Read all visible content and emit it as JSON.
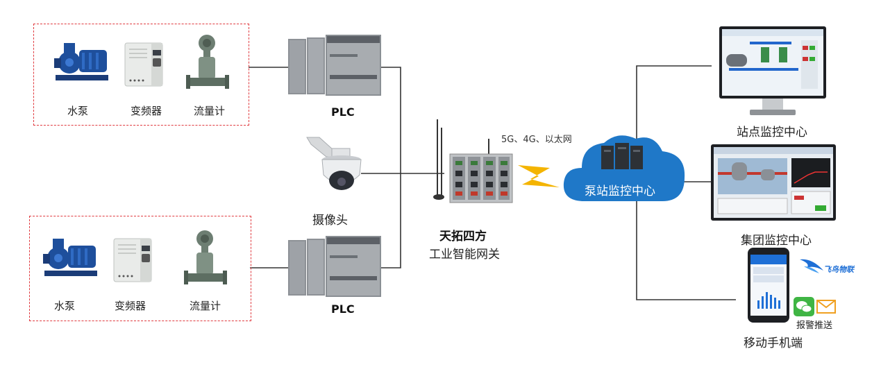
{
  "groups": [
    {
      "devices": [
        {
          "icon": "water-pump-icon",
          "label": "水泵"
        },
        {
          "icon": "inverter-icon",
          "label": "变频器"
        },
        {
          "icon": "flowmeter-icon",
          "label": "流量计"
        }
      ],
      "plc_label": "PLC"
    },
    {
      "devices": [
        {
          "icon": "water-pump-icon",
          "label": "水泵"
        },
        {
          "icon": "inverter-icon",
          "label": "变频器"
        },
        {
          "icon": "flowmeter-icon",
          "label": "流量计"
        }
      ],
      "plc_label": "PLC"
    }
  ],
  "camera": {
    "icon": "ptz-camera-icon",
    "label": "摄像头"
  },
  "gateway": {
    "icon": "gateway-icon",
    "brand": "天拓四方",
    "name": "工业智能网关"
  },
  "network_label": "5G、4G、以太网",
  "cloud": {
    "icon": "cloud-icon",
    "label": "泵站监控中心"
  },
  "endpoints": [
    {
      "icon": "monitor-icon",
      "label": "站点监控中心"
    },
    {
      "icon": "monitor-icon",
      "label": "集团监控中心"
    },
    {
      "icon": "smartphone-icon",
      "label": "移动手机端"
    }
  ],
  "notify": {
    "label": "报警推送",
    "wechat_icon": "wechat-icon",
    "mail_icon": "mail-icon"
  },
  "logo": {
    "icon": "feiniao-logo-icon",
    "text": "飞鸟物联"
  },
  "colors": {
    "dashed_border": "#e0393e",
    "pump_blue": "#1e4f9c",
    "cloud_blue": "#1f78c8",
    "spark": "#f4b400"
  }
}
